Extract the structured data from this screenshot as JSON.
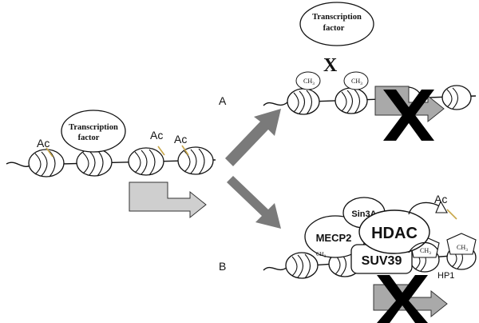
{
  "labels": {
    "tf_left_line1": "Transcription",
    "tf_left_line2": "factor",
    "tf_top_line1": "Transcription",
    "tf_top_line2": "factor",
    "blocked_mark": "X",
    "path_a": "A",
    "path_b": "B",
    "ac": "Ac",
    "ch3": "CH",
    "ch3_sub": "3",
    "mecp2": "MECP2",
    "sin3a": "Sin3A",
    "hdac": "HDAC",
    "suv39": "SUV39",
    "hp1": "HP1"
  },
  "colors": {
    "stroke": "#111111",
    "nucleosome_fill": "#ffffff",
    "arrow_grey": "#7a7a7a",
    "promoter_arrow_fill": "#cfcfcf",
    "ac_tag": "#c8a74a",
    "big_x": "#000000"
  }
}
